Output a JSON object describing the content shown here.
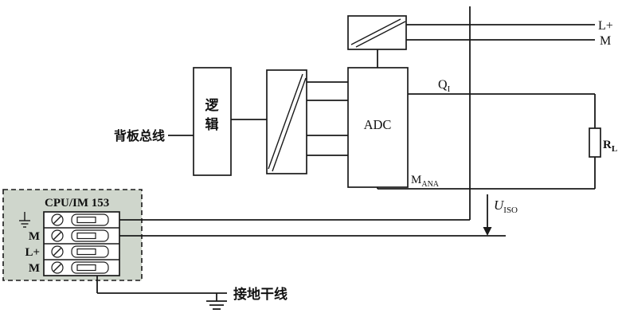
{
  "diagram": {
    "backplane_bus_label": "背板总线",
    "logic_block": {
      "char1": "逻",
      "char2": "辑"
    },
    "adc_label": "ADC",
    "power": {
      "l_plus": "L+",
      "m": "M"
    },
    "output": {
      "q": "Q",
      "q_sub": "I",
      "m_ana": "M",
      "m_ana_sub": "ANA"
    },
    "load": {
      "r": "R",
      "r_sub": "L"
    },
    "isolation_voltage": {
      "u": "U",
      "u_sub": "ISO"
    },
    "cpu_module": {
      "title": "CPU/IM 153",
      "terminals": {
        "m1": "M",
        "l_plus": "L+",
        "m2": "M"
      }
    },
    "ground_trunk_label": "接地干线"
  },
  "colors": {
    "wire": "#1a1a1a",
    "cpu_module_fill": "#cfd6cc",
    "background": "#ffffff"
  }
}
